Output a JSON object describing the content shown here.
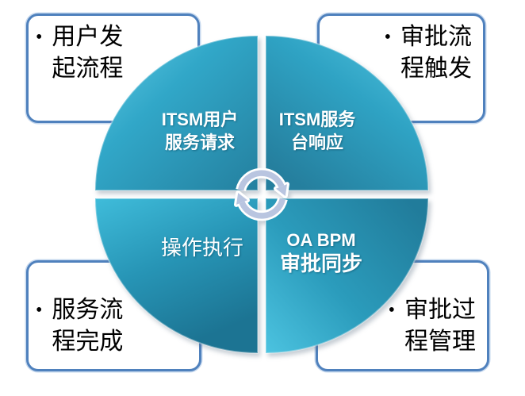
{
  "diagram": {
    "type": "cycle-matrix",
    "quadrants": {
      "top_left": {
        "line1": "ITSM用户",
        "line2": "服务请求"
      },
      "top_right": {
        "line1": "ITSM服务",
        "line2": "台响应"
      },
      "bottom_left": {
        "line1": "操作执行",
        "line2": ""
      },
      "bottom_right": {
        "line1": "OA BPM",
        "line2": "审批同步"
      }
    },
    "callouts": {
      "top_left": {
        "bullet": "•",
        "text": "用户发\n起流程"
      },
      "top_right": {
        "bullet": "•",
        "text": "审批流\n程触发"
      },
      "bottom_left": {
        "bullet": "•",
        "text": "服务流\n程完成"
      },
      "bottom_right": {
        "bullet": "•",
        "text": "审批过\n程管理"
      }
    },
    "center_icon": "cycle-arrows",
    "colors": {
      "callout_border": "#4f81bd",
      "callout_border_halo": "#c6d8ee",
      "callout_text": "#000000",
      "quadrant_light": "#4fc2de",
      "quadrant_mid": "#2fa3c4",
      "quadrant_dark": "#1f7e9c",
      "quadrant_label_text": "#ffffff",
      "cycle_icon_fill": "#b9c5e0",
      "cycle_icon_outline": "#ffffff",
      "background": "#ffffff"
    }
  }
}
